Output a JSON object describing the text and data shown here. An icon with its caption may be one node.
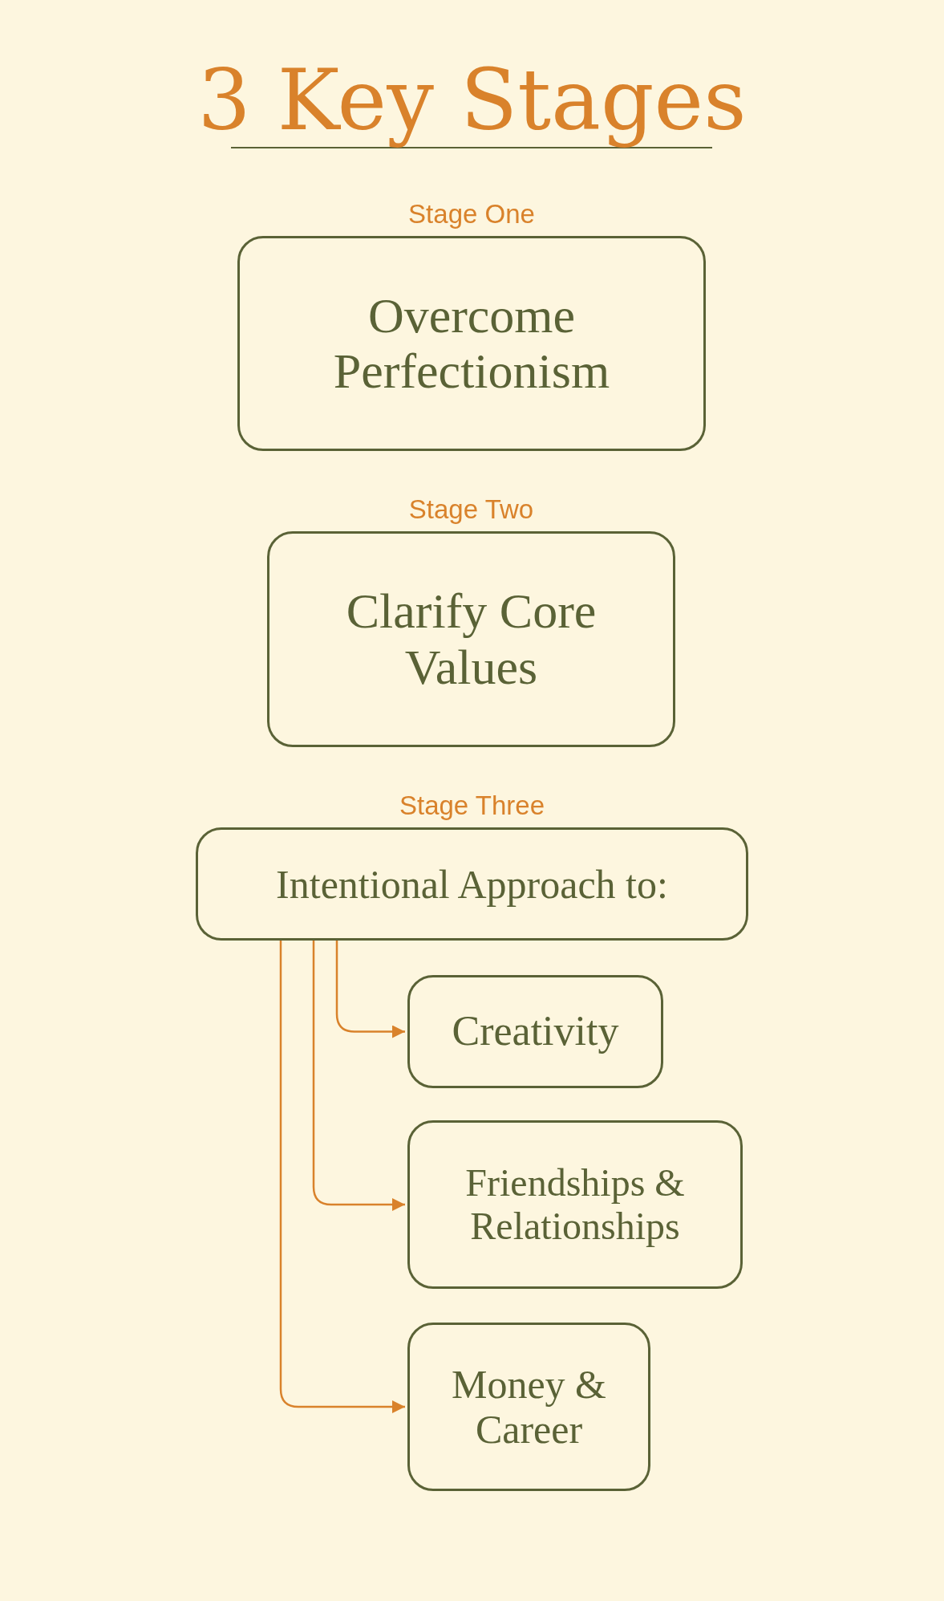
{
  "diagram": {
    "title": "3 Key Stages",
    "nodes": [
      {
        "text": [
          "Stage One",
          "Overcome Perfectionism"
        ]
      },
      {
        "text": [
          "Stage Two",
          "Clarify Core Values"
        ]
      },
      {
        "text": [
          "Stage Three",
          "Intentional Approach to:"
        ]
      },
      {
        "text": [
          "Creativity"
        ]
      },
      {
        "text": [
          "Friendships & Relationships"
        ]
      },
      {
        "text": [
          "Money & Career"
        ]
      }
    ],
    "edges": [
      {
        "from": 2,
        "to": 3,
        "arrow": "to"
      },
      {
        "from": 2,
        "to": 4,
        "arrow": "to"
      },
      {
        "from": 2,
        "to": 5,
        "arrow": "to"
      }
    ]
  }
}
